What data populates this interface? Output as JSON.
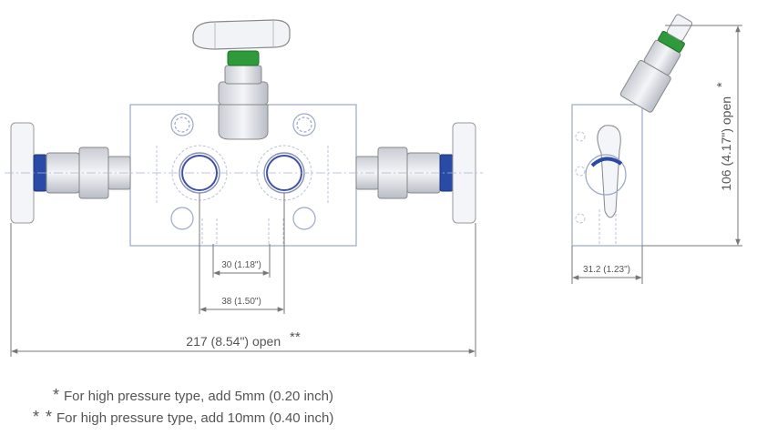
{
  "dimensions": {
    "width_open": "217 (8.54\") open",
    "width_open_mark": "**",
    "inner_38": "38 (1.50\")",
    "inner_30": "30 (1.18\")",
    "side_width": "31.2 (1.23\")",
    "height_open": "106 (4.17\") open",
    "height_open_mark": "*"
  },
  "notes": [
    {
      "mark": "*",
      "text": "For high pressure type, add 5mm (0.20 inch)"
    },
    {
      "mark": "* *",
      "text": "For high pressure type, add 10mm (0.40 inch)"
    }
  ],
  "colors": {
    "line": "#9aa8c8",
    "dim": "#777777",
    "green": "#2e9a3c",
    "blue": "#2a4aa8"
  }
}
